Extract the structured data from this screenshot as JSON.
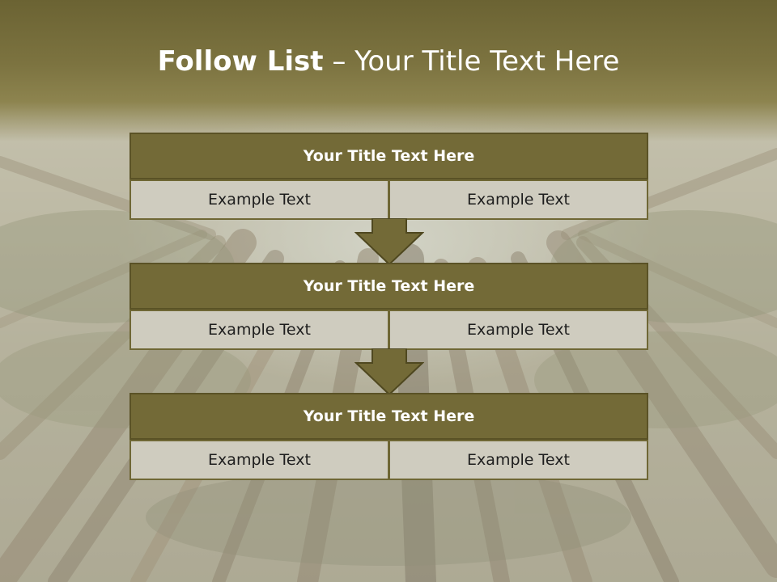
{
  "slide": {
    "title_strong": "Follow List",
    "title_rest": " – Your Title Text Here"
  },
  "steps": [
    {
      "title": "Your Title Text Here",
      "left": "Example Text",
      "right": "Example Text"
    },
    {
      "title": "Your Title Text Here",
      "left": "Example Text",
      "right": "Example Text"
    },
    {
      "title": "Your Title Text Here",
      "left": "Example Text",
      "right": "Example Text"
    }
  ],
  "colors": {
    "header": "#7c7340",
    "step_title": "#736a37",
    "step_cell": "#cfccbf",
    "arrow": "#736a37"
  },
  "icons": {
    "step_connector": "down-arrow-icon"
  }
}
